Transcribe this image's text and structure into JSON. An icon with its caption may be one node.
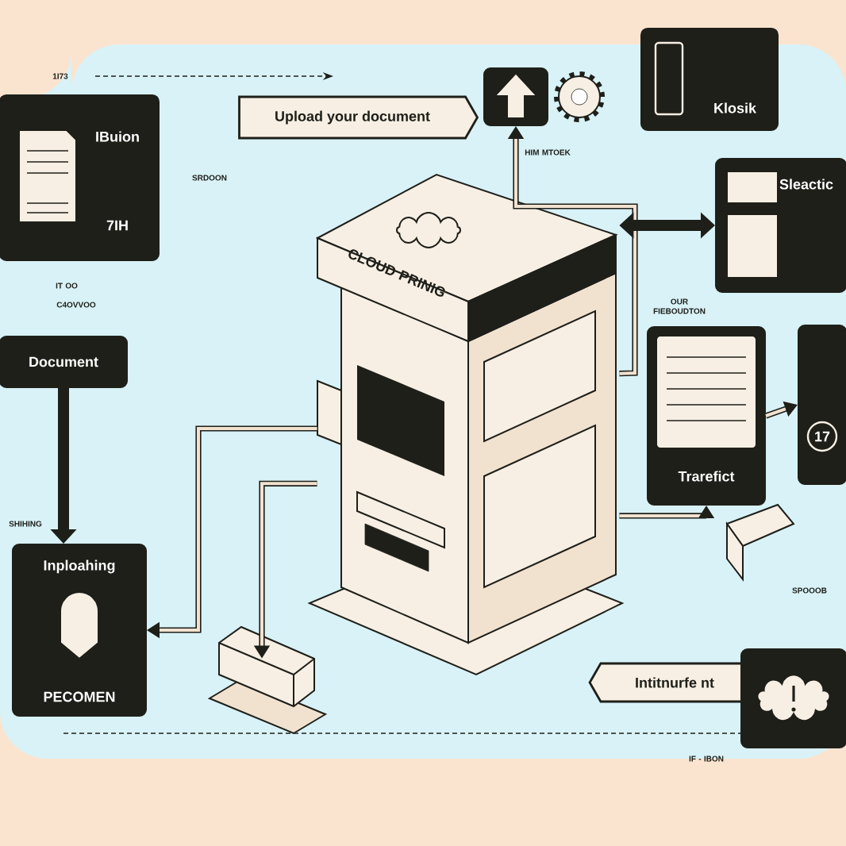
{
  "diagram": {
    "nodes": [
      {
        "text": [],
        "shape": "picture"
      },
      {
        "text": [
          "Upload your document"
        ]
      },
      {
        "text": [
          "IBuion",
          "7IH"
        ]
      },
      {
        "text": [
          "Document"
        ]
      },
      {
        "text": [
          "Inploahing",
          "PECOMEN"
        ]
      },
      {
        "text": [],
        "shape": "box"
      },
      {
        "text": [
          "Klosik"
        ]
      },
      {
        "text": [
          "Sleactic"
        ]
      },
      {
        "text": [
          "Trarefict"
        ]
      },
      {
        "text": [
          "17"
        ]
      },
      {
        "text": [
          "Intitnurfe nt"
        ]
      },
      {
        "text": [],
        "shape": "cloud"
      },
      {
        "text": [],
        "shape": "picture"
      }
    ],
    "edges": [
      {
        "from": 0,
        "to": 5,
        "arrow": "to"
      },
      {
        "from": 3,
        "to": 4,
        "arrow": "to",
        "style": "thick",
        "color": "#1f1f1a"
      },
      {
        "from": 0,
        "to": 4,
        "arrow": "to"
      },
      {
        "from": 0,
        "to": 7,
        "arrow": "both",
        "style": "thick",
        "color": "#1f1f1a"
      },
      {
        "from": 0,
        "to": 8,
        "arrow": "to"
      },
      {
        "from": 8,
        "to": 9,
        "arrow": "to"
      },
      {
        "from": 0,
        "to": 12,
        "arrow": "to"
      }
    ],
    "labels": [
      "1I73",
      "SRDOON",
      "IT OO",
      "C4OVVOO",
      "CLOUD PRINIG",
      "HIM MTOEK",
      "OUR FIEBOUDTON",
      "SHIHING",
      "SPOOOB",
      "IF - IBON"
    ]
  }
}
